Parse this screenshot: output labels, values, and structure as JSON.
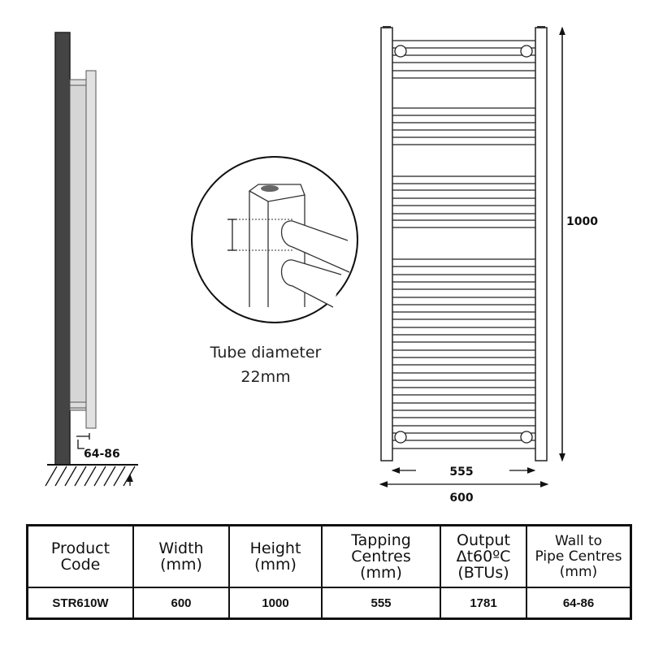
{
  "diagram": {
    "side_view": {
      "wall_gap_label": "64-86"
    },
    "detail": {
      "caption_line1": "Tube diameter",
      "caption_line2": "22mm"
    },
    "front_view": {
      "height_label": "1000",
      "tapping_label": "555",
      "width_label": "600"
    }
  },
  "spec_table": {
    "headers": [
      [
        "Product",
        "Code"
      ],
      [
        "Width",
        "(mm)"
      ],
      [
        "Height",
        "(mm)"
      ],
      [
        "Tapping",
        "Centres",
        "(mm)"
      ],
      [
        "Output",
        "Δt60ºC",
        "(BTUs)"
      ],
      [
        "Wall to",
        "Pipe Centres",
        "(mm)"
      ]
    ],
    "rows": [
      [
        "STR610W",
        "600",
        "1000",
        "555",
        "1781",
        "64-86"
      ]
    ]
  }
}
